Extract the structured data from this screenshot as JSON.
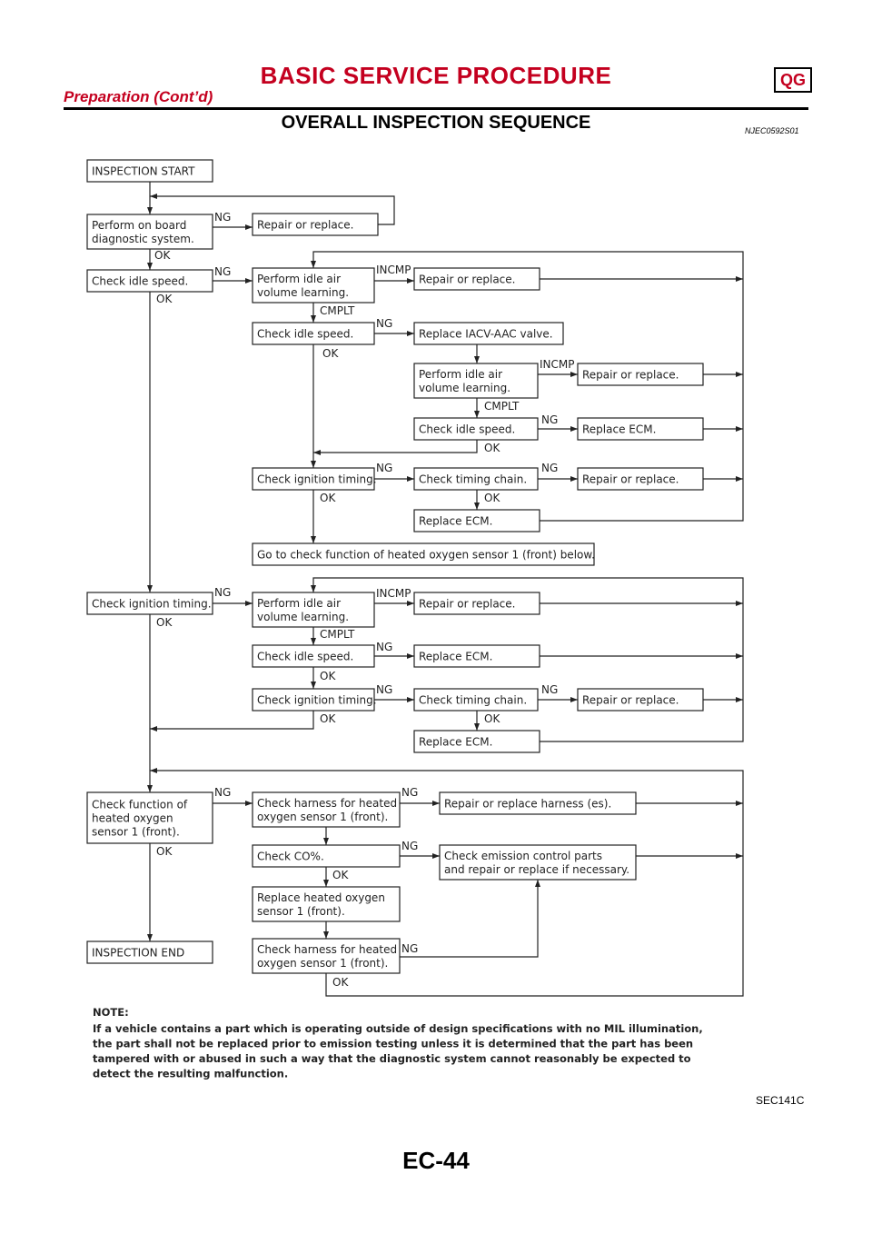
{
  "header": {
    "title": "BASIC SERVICE PROCEDURE",
    "badge": "QG",
    "subtitle": "Preparation (Cont’d)"
  },
  "section": {
    "title": "OVERALL INSPECTION SEQUENCE",
    "id": "NJEC0592S01"
  },
  "flowchart": {
    "boxes": {
      "start": [
        "INSPECTION START"
      ],
      "obd": [
        "Perform on board",
        "diagnostic system."
      ],
      "repair1": [
        "Repair or replace."
      ],
      "idle1": [
        "Check idle speed."
      ],
      "learnA": [
        "Perform idle air",
        "volume learning."
      ],
      "repairA": [
        "Repair or replace."
      ],
      "idleA2": [
        "Check idle speed."
      ],
      "iacv": [
        "Replace IACV-AAC valve."
      ],
      "learnB": [
        "Perform idle air",
        "volume learning."
      ],
      "repairB": [
        "Repair or replace."
      ],
      "idleB": [
        "Check idle speed."
      ],
      "ecmB": [
        "Replace ECM."
      ],
      "ignA": [
        "Check ignition timing."
      ],
      "chainA": [
        "Check timing chain."
      ],
      "repairC": [
        "Repair or replace."
      ],
      "ecmC": [
        "Replace ECM."
      ],
      "goto": [
        "Go to check function of heated oxygen sensor 1 (front) below."
      ],
      "ign2": [
        "Check ignition timing."
      ],
      "learnD": [
        "Perform idle air",
        "volume learning."
      ],
      "repairD": [
        "Repair or replace."
      ],
      "idleD": [
        "Check idle speed."
      ],
      "ecmD": [
        "Replace ECM."
      ],
      "ignD": [
        "Check ignition timing."
      ],
      "chainD": [
        "Check timing chain."
      ],
      "repairD2": [
        "Repair or replace."
      ],
      "ecmD2": [
        "Replace ECM."
      ],
      "func": [
        "Check function of",
        "heated oxygen",
        "sensor 1 (front)."
      ],
      "harness1": [
        "Check harness for heated",
        "oxygen sensor 1 (front)."
      ],
      "repairH": [
        "Repair or replace harness (es)."
      ],
      "co": [
        "Check CO%."
      ],
      "emission": [
        "Check emission control parts",
        "and repair or replace if necessary."
      ],
      "replaceO2": [
        "Replace heated oxygen",
        "sensor 1 (front)."
      ],
      "end": [
        "INSPECTION END"
      ],
      "harness2": [
        "Check harness for heated",
        "oxygen sensor 1 (front)."
      ]
    },
    "labels": {
      "ng": "NG",
      "ok": "OK",
      "incmp": "INCMP",
      "cmplt": "CMPLT"
    }
  },
  "note": {
    "heading": "NOTE:",
    "lines": [
      "If a vehicle contains a part which is operating outside of design specifications with no MIL illumination,",
      "the part shall not be replaced prior to emission testing unless it is determined that the part has been",
      "tampered with or abused in such a way that the diagnostic system cannot reasonably be expected to",
      "detect the resulting malfunction."
    ]
  },
  "figure_id": "SEC141C",
  "page_number": "EC-44"
}
